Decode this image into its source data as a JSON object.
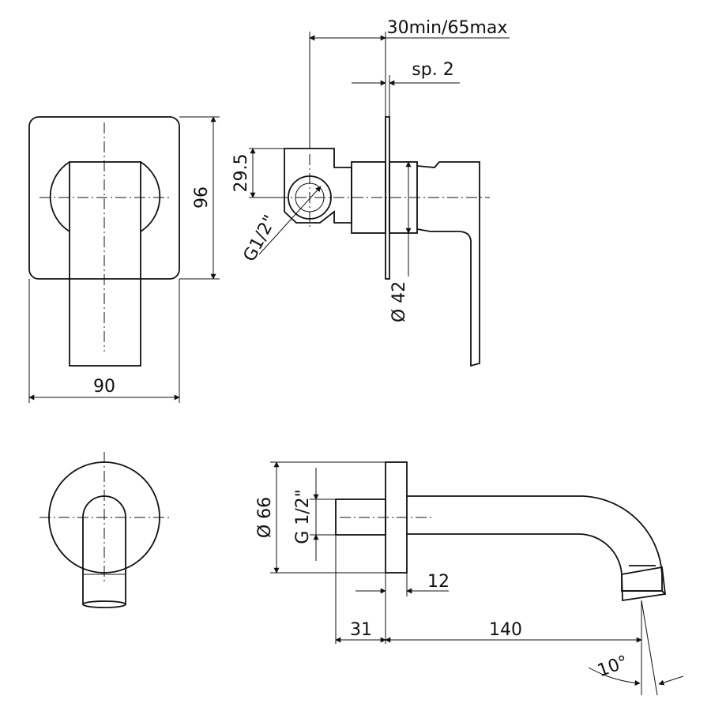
{
  "dimensions": {
    "depth_range": "30min/65max",
    "plate_thickness": "sp. 2",
    "plate_width": "90",
    "plate_height": "96",
    "inlet_offset": "29.5",
    "inlet_thread": "G1/2\"",
    "rosette_diameter": "Ø 42",
    "spout_rosette_diameter": "Ø 66",
    "spout_thread": "G 1/2\"",
    "spout_plate_thickness": "12",
    "spout_connector_length": "31",
    "spout_projection": "140",
    "spout_angle": "10°"
  }
}
